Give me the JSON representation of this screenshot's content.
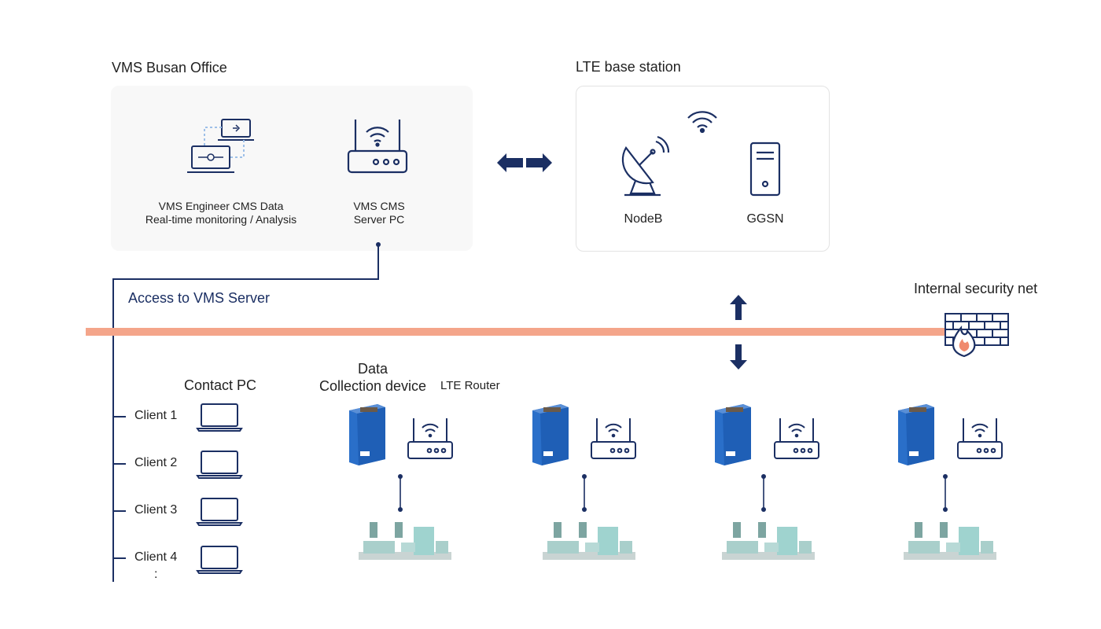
{
  "office": {
    "title": "VMS Busan Office",
    "engineer_line1": "VMS Engineer CMS Data",
    "engineer_line2": "Real-time monitoring / Analysis",
    "server_line1": "VMS CMS",
    "server_line2": "Server PC"
  },
  "lte": {
    "title": "LTE base station",
    "nodeb": "NodeB",
    "ggsn": "GGSN"
  },
  "access_label": "Access to VMS Server",
  "security_label": "Internal security net",
  "contact_pc_label": "Contact PC",
  "data_device_line1": "Data",
  "data_device_line2": "Collection device",
  "lte_router_label": "LTE Router",
  "clients": [
    "Client 1",
    "Client 2",
    "Client 3",
    "Client 4"
  ],
  "more_marker": ":",
  "colors": {
    "navy": "#1b2f63",
    "security_line": "#f4a58a",
    "firewall_flame": "#f08a6e",
    "device_blue": "#2a6fc9",
    "sensor_teal": "#9fd3cf"
  }
}
